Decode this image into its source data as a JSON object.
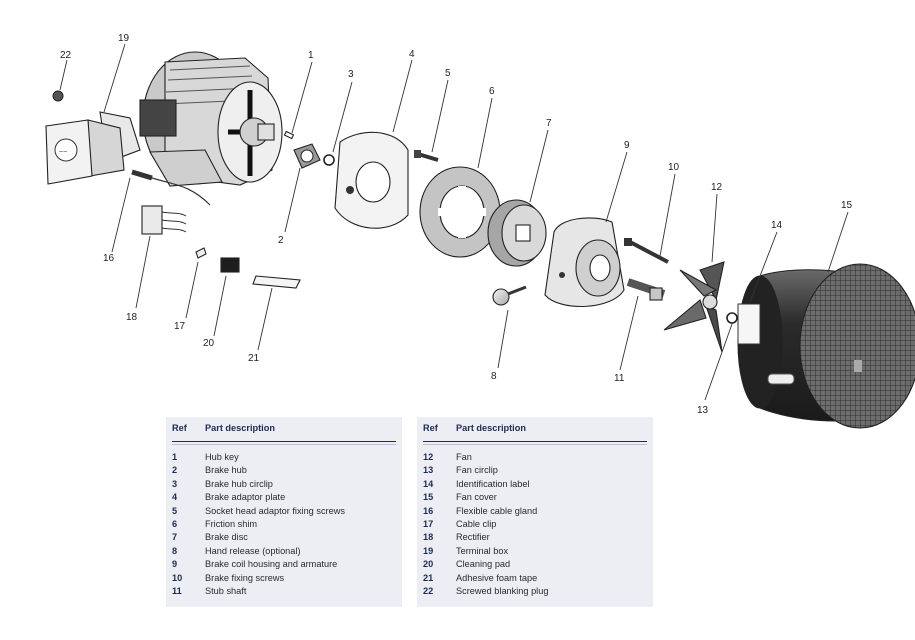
{
  "callouts": [
    "1",
    "2",
    "3",
    "4",
    "5",
    "6",
    "7",
    "8",
    "9",
    "10",
    "11",
    "12",
    "13",
    "14",
    "15",
    "16",
    "17",
    "18",
    "19",
    "20",
    "21",
    "22"
  ],
  "tables": {
    "header_ref": "Ref",
    "header_desc": "Part description",
    "left": [
      {
        "ref": "1",
        "desc": "Hub key"
      },
      {
        "ref": "2",
        "desc": "Brake hub"
      },
      {
        "ref": "3",
        "desc": "Brake hub circlip"
      },
      {
        "ref": "4",
        "desc": "Brake adaptor plate"
      },
      {
        "ref": "5",
        "desc": "Socket head adaptor fixing screws"
      },
      {
        "ref": "6",
        "desc": "Friction shim"
      },
      {
        "ref": "7",
        "desc": "Brake disc"
      },
      {
        "ref": "8",
        "desc": "Hand release (optional)"
      },
      {
        "ref": "9",
        "desc": "Brake coil housing and armature"
      },
      {
        "ref": "10",
        "desc": "Brake fixing screws"
      },
      {
        "ref": "11",
        "desc": "Stub shaft"
      }
    ],
    "right": [
      {
        "ref": "12",
        "desc": "Fan"
      },
      {
        "ref": "13",
        "desc": "Fan circlip"
      },
      {
        "ref": "14",
        "desc": "Identification label"
      },
      {
        "ref": "15",
        "desc": "Fan cover"
      },
      {
        "ref": "16",
        "desc": "Flexible cable gland"
      },
      {
        "ref": "17",
        "desc": "Cable clip"
      },
      {
        "ref": "18",
        "desc": "Rectifier"
      },
      {
        "ref": "19",
        "desc": "Terminal box"
      },
      {
        "ref": "20",
        "desc": "Cleaning pad"
      },
      {
        "ref": "21",
        "desc": "Adhesive foam tape"
      },
      {
        "ref": "22",
        "desc": "Screwed blanking plug"
      }
    ]
  },
  "colors": {
    "table_bg": "#eceef3",
    "table_text": "#1f2a55",
    "line": "#222222"
  }
}
